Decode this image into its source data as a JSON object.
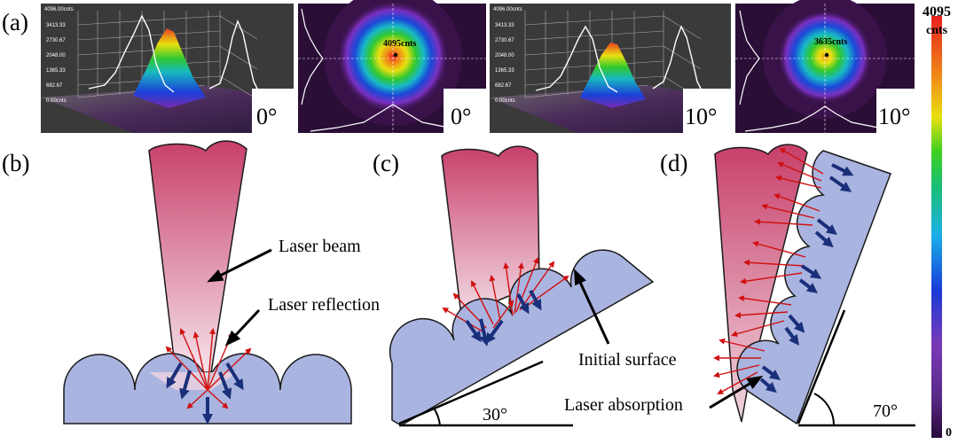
{
  "panels": {
    "a": {
      "label": "(a)",
      "views": [
        {
          "angle_label": "0°",
          "kind": "3d-profile",
          "zaxis_title": "4096.00cnts",
          "zaxis_ticks": [
            "3413.33",
            "2730.67",
            "2048.00",
            "1365.33",
            "682.67",
            "0.00cnts"
          ]
        },
        {
          "angle_label": "0°",
          "kind": "2d-spot",
          "peak_label": "4095cnts"
        },
        {
          "angle_label": "10°",
          "kind": "3d-profile",
          "zaxis_title": "4096.00cnts",
          "zaxis_ticks": [
            "3413.33",
            "2730.67",
            "2048.00",
            "1365.33",
            "682.67",
            "0.00cnts"
          ]
        },
        {
          "angle_label": "10°",
          "kind": "2d-spot",
          "peak_label": "3635cnts"
        }
      ],
      "colorbar": {
        "max_label": "4095",
        "unit_label": "cnts",
        "min_label": "0",
        "colors": [
          "#2a0a3a",
          "#5a2a8a",
          "#7a3ab8",
          "#1a3ad8",
          "#1ab0e8",
          "#18c070",
          "#40d020",
          "#e8e010",
          "#f08818",
          "#e82020"
        ]
      }
    },
    "b": {
      "label": "(b)",
      "callouts": [
        "Laser beam",
        "Laser reflection"
      ]
    },
    "c": {
      "label": "(c)",
      "angle_label": "30°",
      "callouts": [
        "Initial surface"
      ]
    },
    "d": {
      "label": "(d)",
      "angle_label": "70°",
      "callouts": [
        "Laser absorption"
      ]
    }
  },
  "colors": {
    "beam_top": "#c8406a",
    "beam_bottom": "#f4dde6",
    "surface": "#aab4e0",
    "reflection_arrow": "#d01010",
    "absorption_arrow": "#1a2f7a"
  }
}
